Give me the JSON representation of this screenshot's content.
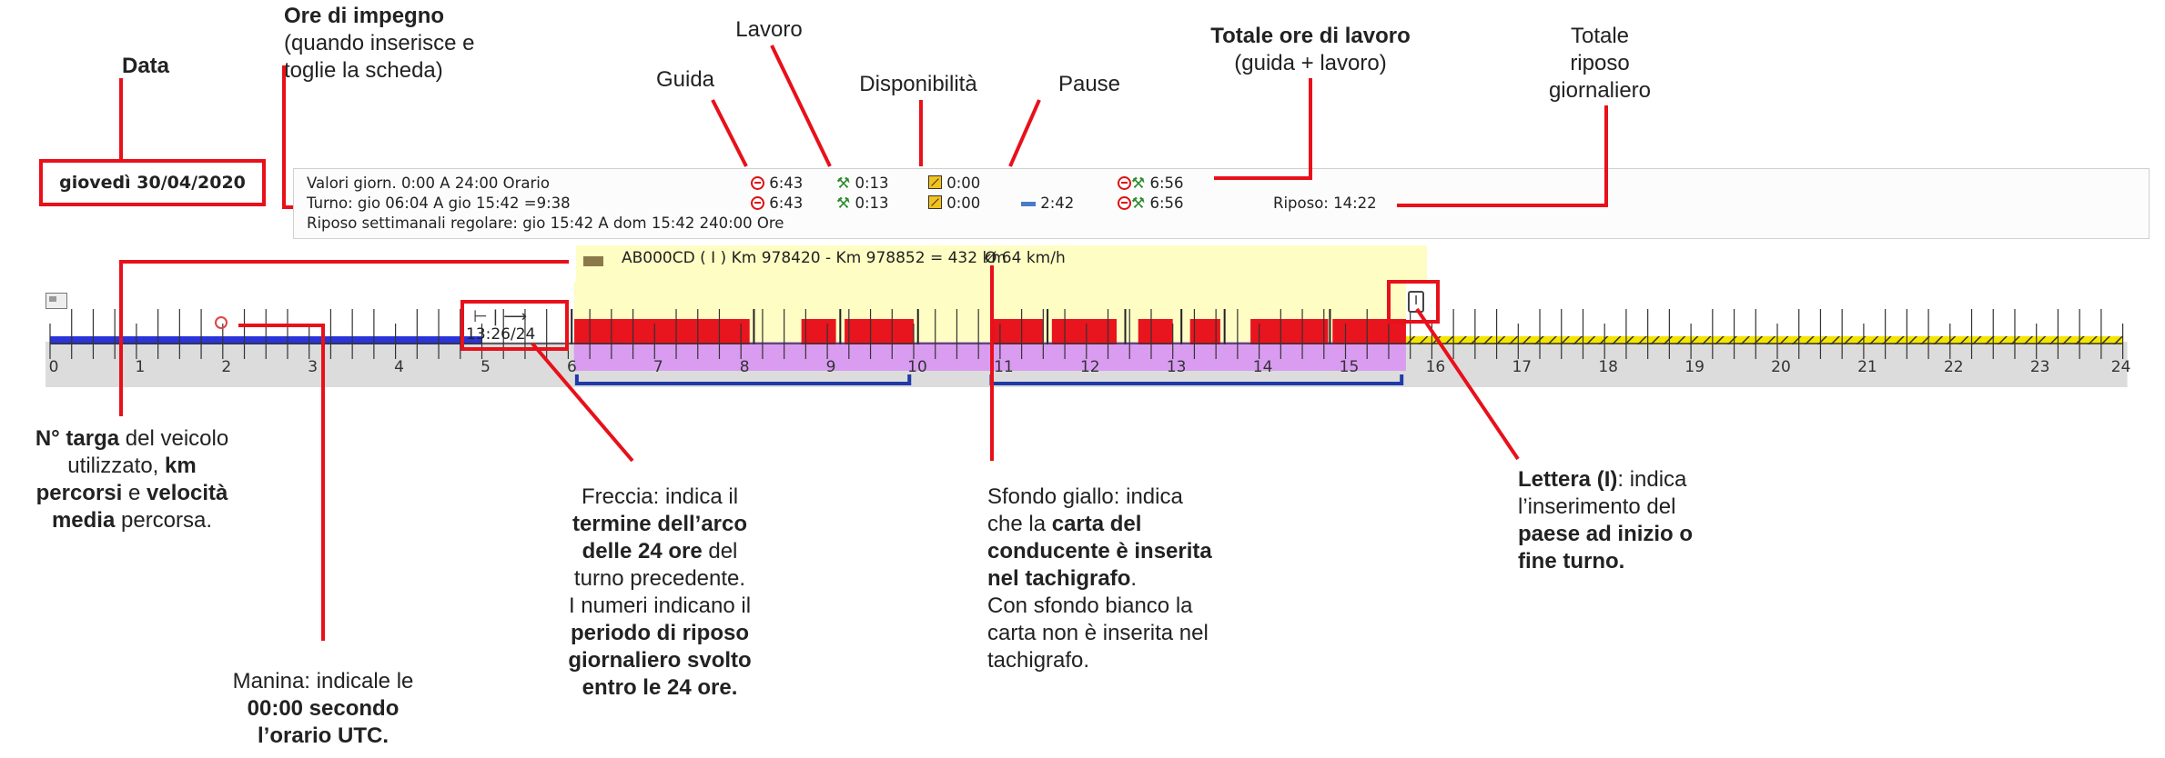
{
  "annotations": {
    "data": "Data",
    "ore_impegno_title": "Ore di impegno",
    "ore_impegno_sub1": "(quando inserisce e",
    "ore_impegno_sub2": "toglie la scheda)",
    "lavoro": "Lavoro",
    "guida": "Guida",
    "disponibilita": "Disponibilità",
    "pause": "Pause",
    "totale_ore_title": "Totale ore di lavoro",
    "totale_ore_sub": "(guida + lavoro)",
    "totale_riposo_1": "Totale",
    "totale_riposo_2": "riposo",
    "totale_riposo_3": "giornaliero",
    "targa_1a": "N° targa",
    "targa_1b": " del veicolo",
    "targa_2a": "utilizzato, ",
    "targa_2b": "km",
    "targa_3a": "percorsi",
    "targa_3b": " e ",
    "targa_3c": "velocità",
    "targa_4a": "media",
    "targa_4b": " percorsa.",
    "manina_1": "Manina: indicale le",
    "manina_2": "00:00 secondo",
    "manina_3": "l’orario UTC.",
    "freccia_1": "Freccia: indica il",
    "freccia_2": "termine dell’arco",
    "freccia_3a": "delle 24 ore",
    "freccia_3b": " del",
    "freccia_4": "turno precedente.",
    "freccia_5": "I numeri indicano il",
    "freccia_6": "periodo di riposo",
    "freccia_7": "giornaliero svolto",
    "freccia_8": "entro le 24 ore.",
    "sfondo_1": "Sfondo giallo: indica",
    "sfondo_2a": "che la ",
    "sfondo_2b": "carta del",
    "sfondo_3": "conducente è inserita",
    "sfondo_4": "nel tachigrafo",
    "sfondo_4b": ".",
    "sfondo_5": "Con sfondo bianco la",
    "sfondo_6": "carta non è inserita nel",
    "sfondo_7": "tachigrafo.",
    "lettera_1a": "Lettera (I)",
    "lettera_1b": ": indica",
    "lettera_2": "l’inserimento del",
    "lettera_3": "paese ad inizio o",
    "lettera_4": "fine turno."
  },
  "screen": {
    "date": "giovedì 30/04/2020",
    "row1": {
      "label": "Valori giorn. 0:00 A 24:00 Orario",
      "guida": "6:43",
      "lavoro": "0:13",
      "disp": "0:00",
      "totale": "6:56"
    },
    "row2": {
      "label": "Turno: gio 06:04 A gio 15:42 =9:38",
      "guida": "6:43",
      "lavoro": "0:13",
      "disp": "0:00",
      "pause": "2:42",
      "totale": "6:56",
      "riposo": "Riposo: 14:22"
    },
    "row3": {
      "label": "Riposo settimanali regolare: gio 15:42 A dom 15:42  240:00 Ore"
    },
    "vehicle": "AB000CD ( I ) Km 978420 - Km 978852 = 432 km",
    "speed": "Ø 64 km/h",
    "rest_duration": "13:26/24",
    "country_marker": "I",
    "hour_labels": [
      "0",
      "1",
      "2",
      "3",
      "4",
      "5",
      "6",
      "7",
      "8",
      "9",
      "10",
      "11",
      "12",
      "13",
      "14",
      "15",
      "16",
      "17",
      "18",
      "19",
      "20",
      "21",
      "22",
      "23",
      "24"
    ]
  },
  "timeline": {
    "hours_start": 0,
    "hours_end": 24,
    "card_inserted": [
      6.0667,
      15.7
    ],
    "rest_before": [
      0,
      5.0
    ],
    "rest_after": [
      15.7,
      24
    ],
    "driving": [
      [
        6.07,
        8.1
      ],
      [
        8.7,
        9.1
      ],
      [
        9.2,
        10.0
      ],
      [
        10.9,
        11.5
      ],
      [
        11.6,
        12.35
      ],
      [
        12.6,
        13.0
      ],
      [
        13.2,
        13.55
      ],
      [
        13.9,
        14.8
      ],
      [
        14.85,
        15.7
      ]
    ],
    "work_marks": [
      6.04,
      8.15,
      9.15,
      10.05,
      11.55,
      12.45,
      13.1,
      13.6,
      14.82
    ],
    "shift_brackets": [
      [
        6.1,
        9.95
      ],
      [
        10.9,
        15.65
      ]
    ],
    "colors": {
      "rest": "#2a34d8",
      "driving": "#e8141e",
      "card_bg": "#fdfdc4",
      "purple_band": "#d99cf0",
      "hatch_yellow": "#f5e400",
      "annotation_red": "#e8101a"
    }
  }
}
